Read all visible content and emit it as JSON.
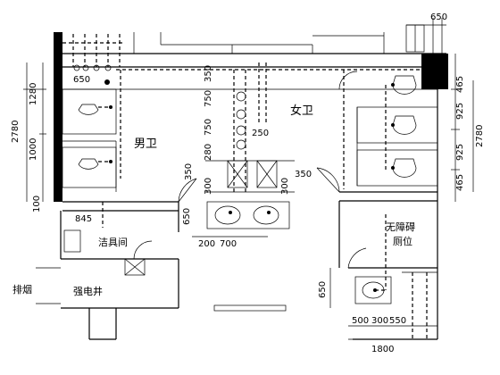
{
  "rooms": {
    "mens": "男卫",
    "womens": "女卫",
    "janitor": "洁具间",
    "electric": "强电井",
    "exhaust": "排烟",
    "accessible_line1": "无障碍",
    "accessible_line2": "厕位"
  },
  "dimensions": {
    "top_right": "650",
    "right_465_top": "465",
    "right_925_a": "925",
    "right_2780": "2780",
    "right_925_b": "925",
    "right_465_bottom": "465",
    "left_1280": "1280",
    "left_2780": "2780",
    "left_1000": "1000",
    "left_100": "100",
    "left_650_top": "650",
    "left_845": "845",
    "mid_350_top": "350",
    "mid_750_a": "750",
    "mid_750_b": "750",
    "mid_280": "280",
    "mid_250": "250",
    "mid_350_left": "350",
    "mid_300_left": "300",
    "mid_300_right": "300",
    "mid_350_right": "350",
    "mid_650": "650",
    "sink_200": "200",
    "sink_700": "700",
    "bottom_650": "650",
    "bottom_500": "500",
    "bottom_300": "300",
    "bottom_550": "550",
    "bottom_1800": "1800"
  },
  "colors": {
    "line": "#000000",
    "fill": "#000000"
  }
}
